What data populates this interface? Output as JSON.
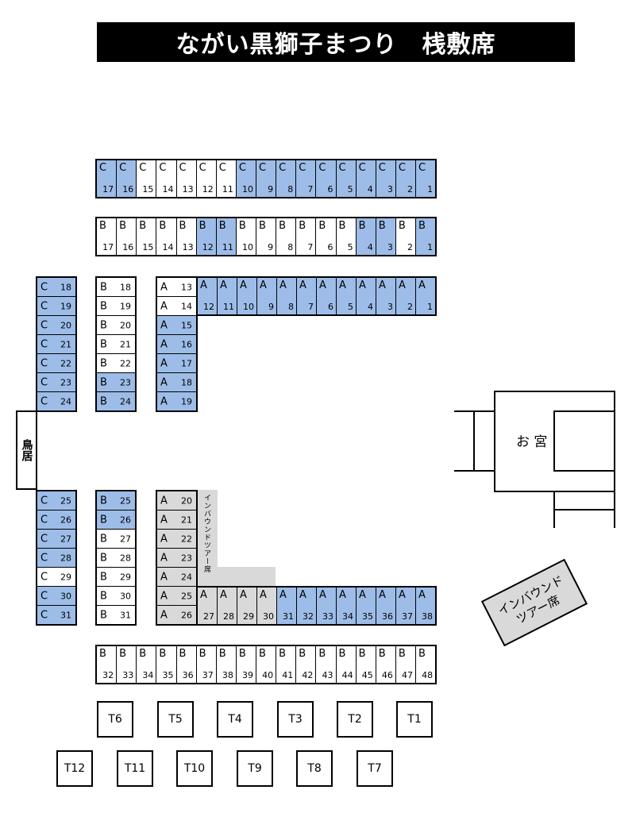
{
  "title": "ながい黒獅子まつり　桟敷席",
  "colors": {
    "blue": "#9dbde8",
    "gray": "#d9d9d9",
    "white": "#ffffff"
  },
  "row_C_top": {
    "letters": [
      "C",
      "C",
      "C",
      "C",
      "C",
      "C",
      "C",
      "C",
      "C",
      "C",
      "C",
      "C",
      "C",
      "C",
      "C",
      "C",
      "C"
    ],
    "numbers": [
      "17",
      "16",
      "15",
      "14",
      "13",
      "12",
      "11",
      "10",
      "9",
      "8",
      "7",
      "6",
      "5",
      "4",
      "3",
      "2",
      "1"
    ],
    "fills": [
      "blue",
      "blue",
      "white",
      "white",
      "white",
      "white",
      "white",
      "blue",
      "blue",
      "blue",
      "blue",
      "blue",
      "blue",
      "blue",
      "blue",
      "blue",
      "blue"
    ]
  },
  "row_B_top": {
    "letters": [
      "B",
      "B",
      "B",
      "B",
      "B",
      "B",
      "B",
      "B",
      "B",
      "B",
      "B",
      "B",
      "B",
      "B",
      "B",
      "B",
      "B"
    ],
    "numbers": [
      "17",
      "16",
      "15",
      "14",
      "13",
      "12",
      "11",
      "10",
      "9",
      "8",
      "7",
      "6",
      "5",
      "4",
      "3",
      "2",
      "1"
    ],
    "fills": [
      "white",
      "white",
      "white",
      "white",
      "white",
      "blue",
      "blue",
      "white",
      "white",
      "white",
      "white",
      "white",
      "white",
      "blue",
      "blue",
      "white",
      "blue"
    ]
  },
  "row_A_top": {
    "letters": [
      "A",
      "A",
      "A",
      "A",
      "A",
      "A",
      "A",
      "A",
      "A",
      "A",
      "A",
      "A"
    ],
    "numbers": [
      "12",
      "11",
      "10",
      "9",
      "8",
      "7",
      "6",
      "5",
      "4",
      "3",
      "2",
      "1"
    ],
    "fills": [
      "blue",
      "blue",
      "blue",
      "blue",
      "blue",
      "blue",
      "blue",
      "blue",
      "blue",
      "blue",
      "blue",
      "blue"
    ]
  },
  "col_C_upper": {
    "letters": [
      "C",
      "C",
      "C",
      "C",
      "C",
      "C",
      "C"
    ],
    "numbers": [
      "18",
      "19",
      "20",
      "21",
      "22",
      "23",
      "24"
    ],
    "fills": [
      "blue",
      "blue",
      "blue",
      "blue",
      "blue",
      "blue",
      "blue"
    ]
  },
  "col_B_upper": {
    "letters": [
      "B",
      "B",
      "B",
      "B",
      "B",
      "B",
      "B"
    ],
    "numbers": [
      "18",
      "19",
      "20",
      "21",
      "22",
      "23",
      "24"
    ],
    "fills": [
      "white",
      "white",
      "white",
      "white",
      "white",
      "blue",
      "blue"
    ]
  },
  "col_A_upper": {
    "letters": [
      "A",
      "A",
      "A",
      "A",
      "A",
      "A",
      "A"
    ],
    "numbers": [
      "13",
      "14",
      "15",
      "16",
      "17",
      "18",
      "19"
    ],
    "fills": [
      "white",
      "white",
      "blue",
      "blue",
      "blue",
      "blue",
      "blue"
    ]
  },
  "col_C_lower": {
    "letters": [
      "C",
      "C",
      "C",
      "C",
      "C",
      "C",
      "C"
    ],
    "numbers": [
      "25",
      "26",
      "27",
      "28",
      "29",
      "30",
      "31"
    ],
    "fills": [
      "blue",
      "blue",
      "blue",
      "blue",
      "white",
      "blue",
      "blue"
    ]
  },
  "col_B_lower": {
    "letters": [
      "B",
      "B",
      "B",
      "B",
      "B",
      "B",
      "B"
    ],
    "numbers": [
      "25",
      "26",
      "27",
      "28",
      "29",
      "30",
      "31"
    ],
    "fills": [
      "blue",
      "blue",
      "white",
      "white",
      "white",
      "white",
      "white"
    ]
  },
  "col_A_lower": {
    "letters": [
      "A",
      "A",
      "A",
      "A",
      "A",
      "A",
      "A"
    ],
    "numbers": [
      "20",
      "21",
      "22",
      "23",
      "24",
      "25",
      "26"
    ],
    "fills": [
      "gray",
      "gray",
      "gray",
      "gray",
      "gray",
      "gray",
      "gray"
    ]
  },
  "row_A_bottom": {
    "letters": [
      "A",
      "A",
      "A",
      "A",
      "A",
      "A",
      "A",
      "A",
      "A",
      "A",
      "A",
      "A"
    ],
    "numbers": [
      "27",
      "28",
      "29",
      "30",
      "31",
      "32",
      "33",
      "34",
      "35",
      "36",
      "37",
      "38"
    ],
    "fills": [
      "gray",
      "gray",
      "gray",
      "gray",
      "blue",
      "blue",
      "blue",
      "blue",
      "blue",
      "blue",
      "blue",
      "blue"
    ]
  },
  "row_B_bottom": {
    "letters": [
      "B",
      "B",
      "B",
      "B",
      "B",
      "B",
      "B",
      "B",
      "B",
      "B",
      "B",
      "B",
      "B",
      "B",
      "B",
      "B",
      "B"
    ],
    "numbers": [
      "32",
      "33",
      "34",
      "35",
      "36",
      "37",
      "38",
      "39",
      "40",
      "41",
      "42",
      "43",
      "44",
      "45",
      "46",
      "47",
      "48"
    ],
    "fills": [
      "white",
      "white",
      "white",
      "white",
      "white",
      "white",
      "white",
      "white",
      "white",
      "white",
      "white",
      "white",
      "white",
      "white",
      "white",
      "white",
      "white"
    ]
  },
  "tables_row1": [
    {
      "label": "T6",
      "fill": "blue"
    },
    {
      "label": "T5",
      "fill": "blue"
    },
    {
      "label": "T4",
      "fill": "white"
    },
    {
      "label": "T3",
      "fill": "white"
    },
    {
      "label": "T2",
      "fill": "white"
    },
    {
      "label": "T1",
      "fill": "white"
    }
  ],
  "tables_row2": [
    {
      "label": "T12",
      "fill": "white"
    },
    {
      "label": "T11",
      "fill": "white"
    },
    {
      "label": "T10",
      "fill": "white"
    },
    {
      "label": "T9",
      "fill": "white"
    },
    {
      "label": "T8",
      "fill": "white"
    },
    {
      "label": "T7",
      "fill": "white"
    }
  ],
  "torii": "鳥居",
  "shrine": "お 宮",
  "inbound_strip": "インバウンドツアー席",
  "inbound_box_line1": "インバウンド",
  "inbound_box_line2": "ツアー席"
}
